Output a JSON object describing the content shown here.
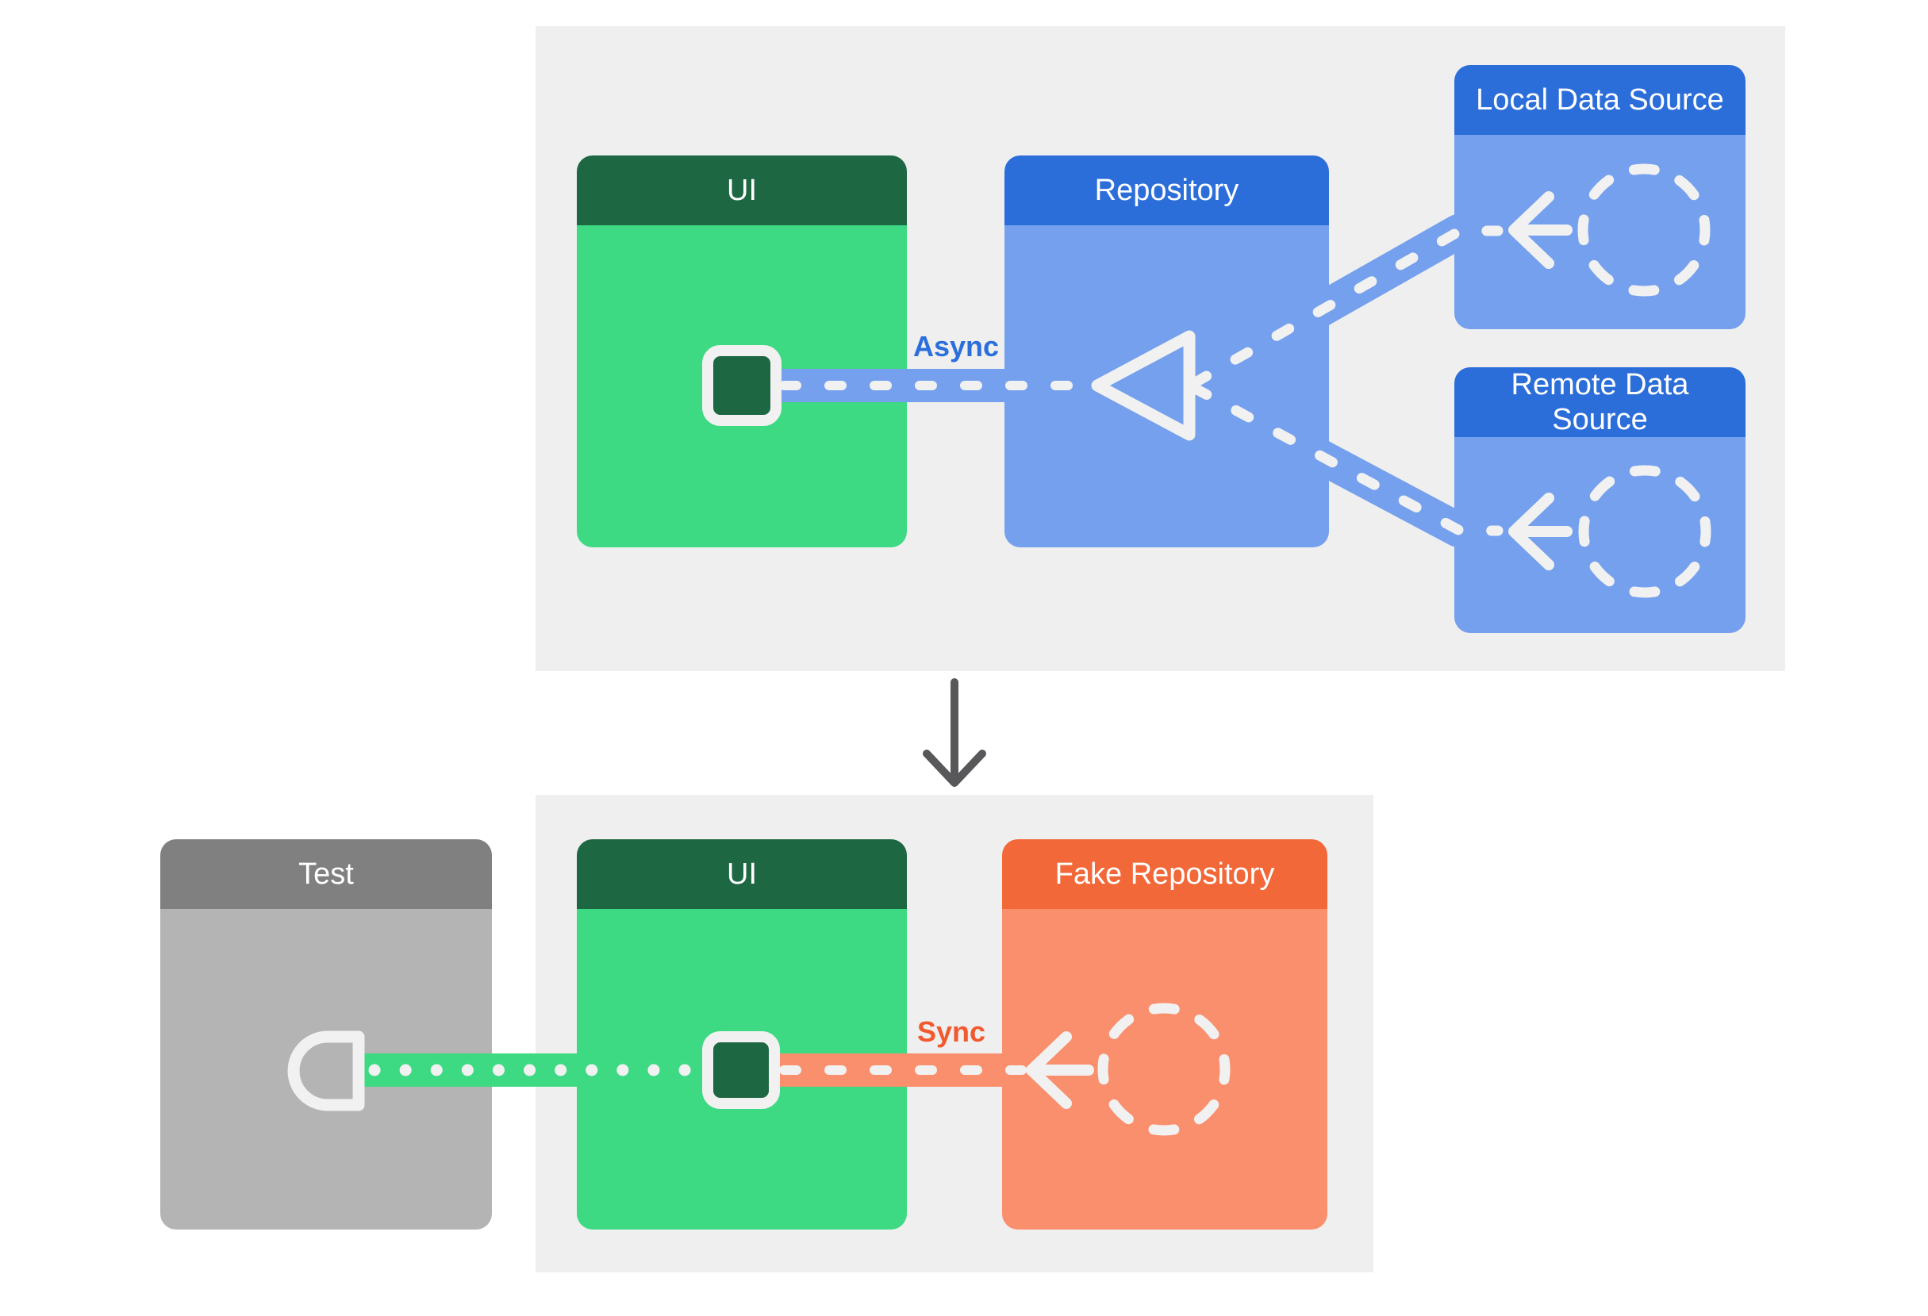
{
  "top_section": {
    "boxes": {
      "ui": {
        "label": "UI"
      },
      "repository": {
        "label": "Repository"
      },
      "local_data_source": {
        "label": "Local Data Source"
      },
      "remote_data_source": {
        "label": "Remote Data Source"
      }
    },
    "connection_label": "Async"
  },
  "bottom_section": {
    "boxes": {
      "test": {
        "label": "Test"
      },
      "ui": {
        "label": "UI"
      },
      "fake_repository": {
        "label": "Fake Repository"
      }
    },
    "connection_label": "Sync"
  },
  "icons": {
    "repository_input": "open-triangle-arrowhead-icon",
    "data_flow": "left-arrow-icon",
    "data_source_placeholder": "dashed-circle-icon",
    "ui_component": "ui-square-icon",
    "test_attachment": "test-socket-icon",
    "section_transition": "down-arrow-icon"
  },
  "colors": {
    "panel_background": "#efefef",
    "green_header": "#1d6742",
    "green_body": "#3dd983",
    "blue_header": "#2c6ed9",
    "blue_body": "#75a0ee",
    "orange_header": "#f26839",
    "orange_body": "#fa8f6d",
    "gray_header": "#808080",
    "gray_body": "#b4b4b4",
    "async_label": "#2a6fdb",
    "sync_label": "#f2592e",
    "connector_white": "#f1f1f1",
    "transition_arrow": "#58585a"
  }
}
